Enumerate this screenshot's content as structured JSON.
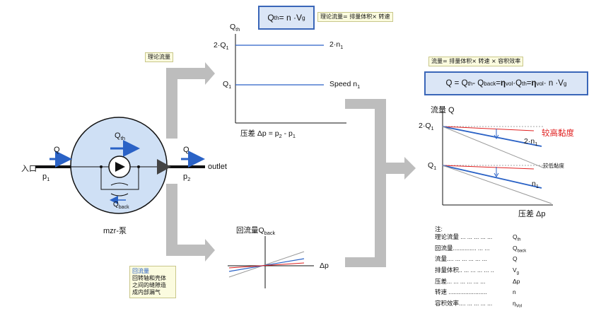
{
  "formula_top": {
    "lhs": "Q",
    "lhs_sub": "th",
    "rhs": " = n ·V",
    "rhs_sub": "g"
  },
  "note_top": "理论流量= 排量体积× 转速",
  "note_theory": "理论流量",
  "note_flow": "流量= 排量体积× 转速 × 容积效率",
  "formula_main": {
    "q": "Q = Q",
    "s1": "th",
    "m1": " - Q",
    "s2": "back",
    "m2": " = ",
    "eta1": "η",
    "s3": "vol",
    "m3": " ·Q",
    "s4": "th",
    "m4": " = ",
    "eta2": "η",
    "s5": "vol",
    "m5": " · n ·V",
    "s6": "g"
  },
  "pump": {
    "inlet_label": "入口",
    "inlet_q": "Q",
    "inlet_p": "p",
    "inlet_p_sub": "1",
    "outlet_label": "outlet",
    "outlet_q": "Q",
    "outlet_p": "p",
    "outlet_p_sub": "2",
    "qth": "Q",
    "qth_sub": "th",
    "qback": "Q",
    "qback_sub": "back",
    "name": "mzr-泵"
  },
  "chart_theory": {
    "y_axis": "Q",
    "y_axis_sub": "th",
    "tick_2q1": "2·Q",
    "tick_2q1_sub": "1",
    "tick_q1": "Q",
    "tick_q1_sub": "1",
    "line_2n1": "2·n",
    "line_2n1_sub": "1",
    "line_speed": "Speed n",
    "line_speed_sub": "1",
    "x_axis": "压差 Δp = p",
    "x_axis_sub1": "2",
    "x_axis_mid": " - p",
    "x_axis_sub2": "1"
  },
  "chart_back": {
    "y_axis": "回流量Q",
    "y_axis_sub": "back",
    "x_axis": "Δp"
  },
  "note_back": [
    "回流量",
    "回转轴和壳体",
    "之间的缝隙造",
    "成内部漏气"
  ],
  "chart_flow": {
    "y_axis": "流量 Q",
    "tick_2q1": "2·Q",
    "tick_2q1_sub": "1",
    "tick_q1": "Q",
    "tick_q1_sub": "1",
    "high_visc": "较高黏度",
    "low_visc": "较低黏度",
    "line_2n1": "2·n",
    "line_2n1_sub": "1",
    "line_n1": "n",
    "line_n1_sub": "1",
    "x_axis": "压差 Δp"
  },
  "legend": {
    "title": "注:",
    "rows": [
      {
        "k": "理论流量 ... ... ... ... ...",
        "v": "Q",
        "sub": "th"
      },
      {
        "k": "回流量.............. ... ...",
        "v": "Q",
        "sub": "back"
      },
      {
        "k": "流量.... ... ... ... ... ...",
        "v": "Q",
        "sub": ""
      },
      {
        "k": "排量体积.. ... ... ... ... ..",
        "v": "V",
        "sub": "g"
      },
      {
        "k": "压差... ... ... ... ... ...",
        "v": "Δp",
        "sub": ""
      },
      {
        "k": "转速 .......................",
        "v": "n",
        "sub": ""
      },
      {
        "k": "容积效率.... ... ... ... ...",
        "v": "η",
        "sub": "Vol"
      }
    ]
  },
  "colors": {
    "blue_line": "#2a62c6",
    "red_line": "#e02020",
    "gray_arrow": "#bdbdbd",
    "pump_fill": "#cfe0f5",
    "box_border": "#3a66b8"
  }
}
